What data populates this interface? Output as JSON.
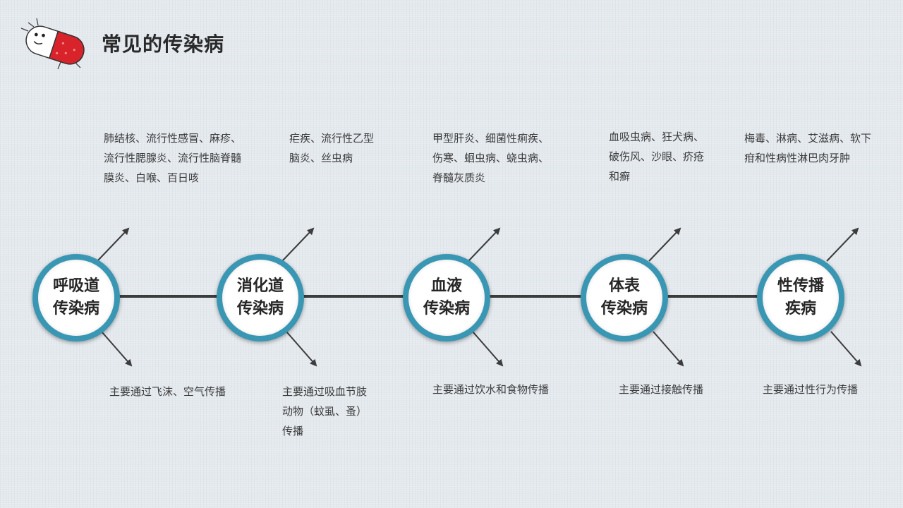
{
  "title": "常见的传染病",
  "diseases": [
    {
      "node": "呼吸道\n传染病",
      "examples": "肺结核、流行性感冒、麻疹、\n流行性腮腺炎、流行性脑脊髓\n膜炎、白喉、百日咳",
      "route": "主要通过飞沫、空气传播"
    },
    {
      "node": "消化道\n传染病",
      "examples": "疟疾、流行性乙型\n脑炎、丝虫病",
      "route": "主要通过吸血节肢\n动物（蚊虱、蚤）\n传播"
    },
    {
      "node": "血液\n传染病",
      "examples": "甲型肝炎、细菌性痢疾、\n伤寒、蛔虫病、蛲虫病、\n脊髓灰质炎",
      "route": "主要通过饮水和食物传播"
    },
    {
      "node": "体表\n传染病",
      "examples": "血吸虫病、狂犬病、\n破伤风、沙眼、疥疮\n和癣",
      "route": "主要通过接触传播"
    },
    {
      "node": "性传播\n疾病",
      "examples": "梅毒、淋病、艾滋病、软下\n疳和性病性淋巴肉牙肿",
      "route": "主要通过性行为传播"
    }
  ],
  "colors": {
    "ring": "#3a97b4",
    "line": "#3c3c3c",
    "pill": "#d9232a"
  }
}
